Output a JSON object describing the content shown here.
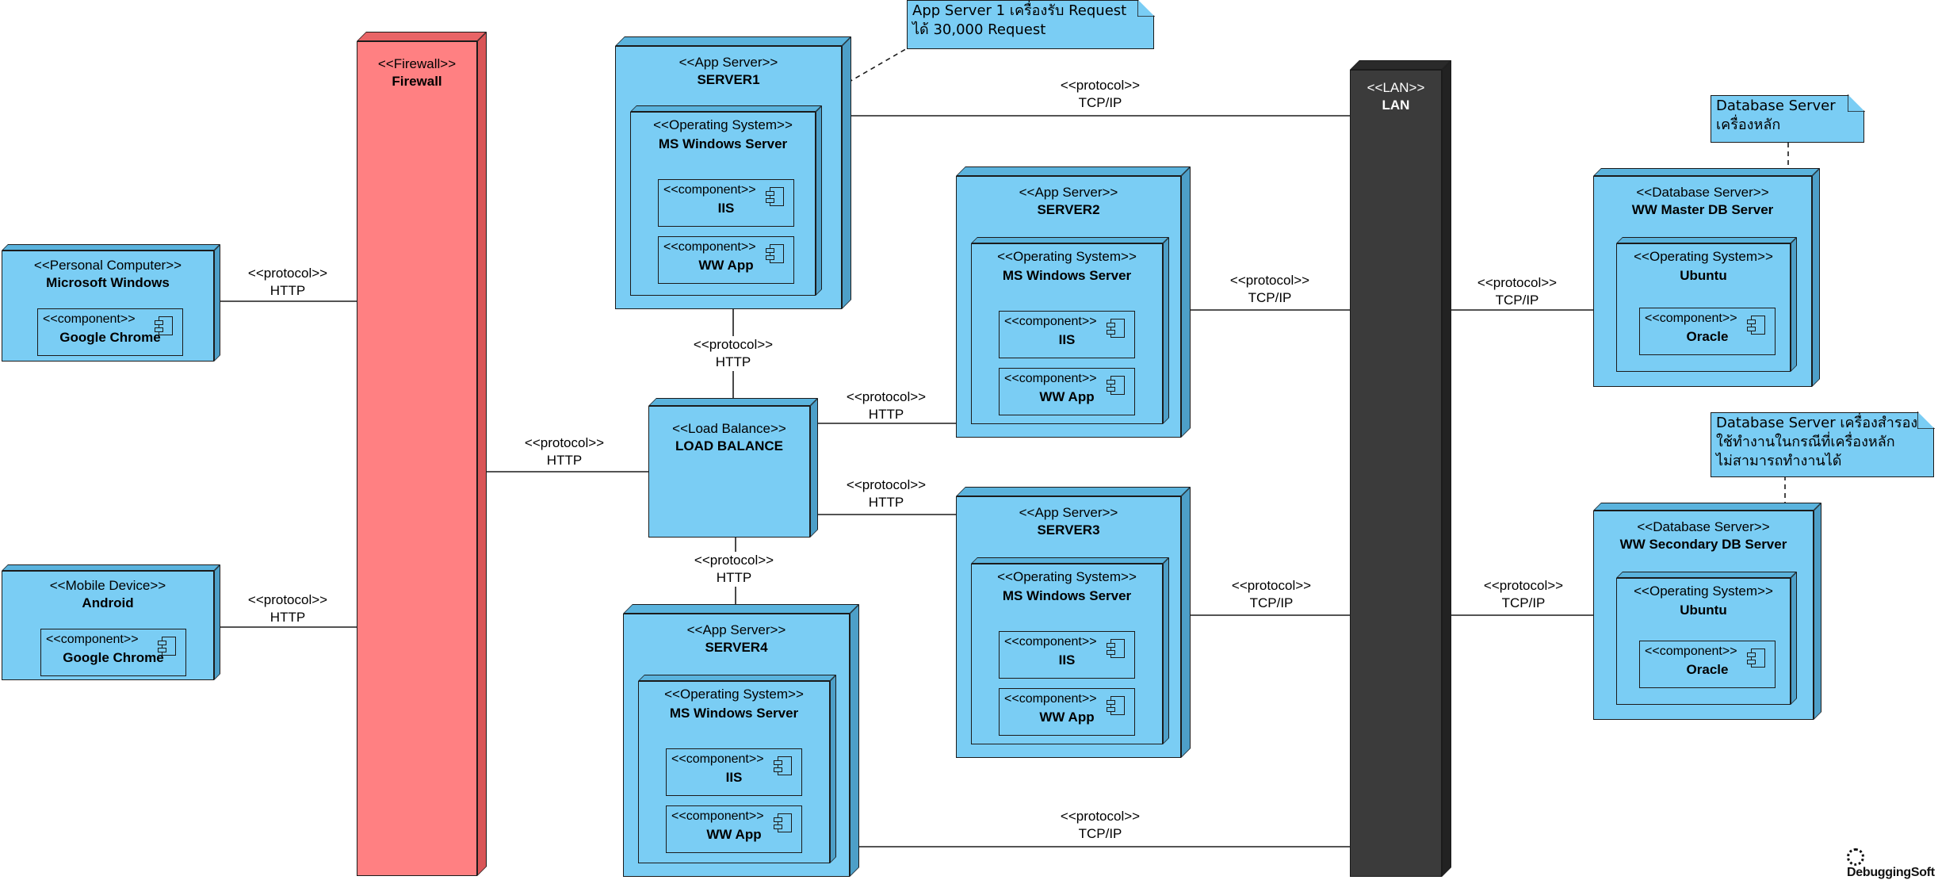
{
  "nodes": {
    "firewall": {
      "stereotype": "<<Firewall>>",
      "name": "Firewall"
    },
    "lan": {
      "stereotype": "<<LAN>>",
      "name": "LAN"
    },
    "pc": {
      "stereotype": "<<Personal Computer>>",
      "name": "Microsoft Windows",
      "components": [
        {
          "stereotype": "<<component>>",
          "name": "Google Chrome"
        }
      ]
    },
    "mobile": {
      "stereotype": "<<Mobile Device>>",
      "name": "Android",
      "components": [
        {
          "stereotype": "<<component>>",
          "name": "Google Chrome"
        }
      ]
    },
    "server1": {
      "stereotype": "<<App Server>>",
      "name": "SERVER1",
      "os": {
        "stereotype": "<<Operating System>>",
        "name": "MS Windows Server"
      },
      "components": [
        {
          "stereotype": "<<component>>",
          "name": "IIS"
        },
        {
          "stereotype": "<<component>>",
          "name": "WW App"
        }
      ]
    },
    "server2": {
      "stereotype": "<<App Server>>",
      "name": "SERVER2",
      "os": {
        "stereotype": "<<Operating System>>",
        "name": "MS Windows Server"
      },
      "components": [
        {
          "stereotype": "<<component>>",
          "name": "IIS"
        },
        {
          "stereotype": "<<component>>",
          "name": "WW App"
        }
      ]
    },
    "server3": {
      "stereotype": "<<App Server>>",
      "name": "SERVER3",
      "os": {
        "stereotype": "<<Operating System>>",
        "name": "MS Windows Server"
      },
      "components": [
        {
          "stereotype": "<<component>>",
          "name": "IIS"
        },
        {
          "stereotype": "<<component>>",
          "name": "WW App"
        }
      ]
    },
    "server4": {
      "stereotype": "<<App Server>>",
      "name": "SERVER4",
      "os": {
        "stereotype": "<<Operating System>>",
        "name": "MS Windows Server"
      },
      "components": [
        {
          "stereotype": "<<component>>",
          "name": "IIS"
        },
        {
          "stereotype": "<<component>>",
          "name": "WW App"
        }
      ]
    },
    "loadbalance": {
      "stereotype": "<<Load Balance>>",
      "name": "LOAD BALANCE"
    },
    "db_master": {
      "stereotype": "<<Database Server>>",
      "name": "WW Master DB Server",
      "os": {
        "stereotype": "<<Operating System>>",
        "name": "Ubuntu"
      },
      "components": [
        {
          "stereotype": "<<component>>",
          "name": "Oracle"
        }
      ]
    },
    "db_secondary": {
      "stereotype": "<<Database Server>>",
      "name": "WW Secondary DB Server",
      "os": {
        "stereotype": "<<Operating System>>",
        "name": "Ubuntu"
      },
      "components": [
        {
          "stereotype": "<<component>>",
          "name": "Oracle"
        }
      ]
    }
  },
  "notes": {
    "server1": [
      "App Server 1 เครื่องรับ Request",
      "ได้ 30,000 Request"
    ],
    "db_master": [
      "Database Server",
      "เครื่องหลัก"
    ],
    "db_secondary": [
      "Database Server เครื่องสำรอง",
      "ใช้ทำงานในกรณีที่เครื่องหลัก",
      "ไม่สามารถทำงานได้"
    ]
  },
  "edges": {
    "pc_fw": {
      "stereotype": "<<protocol>>",
      "protocol": "HTTP"
    },
    "mobile_fw": {
      "stereotype": "<<protocol>>",
      "protocol": "HTTP"
    },
    "fw_lb": {
      "stereotype": "<<protocol>>",
      "protocol": "HTTP"
    },
    "s1_lb": {
      "stereotype": "<<protocol>>",
      "protocol": "HTTP"
    },
    "lb_s2": {
      "stereotype": "<<protocol>>",
      "protocol": "HTTP"
    },
    "lb_s3": {
      "stereotype": "<<protocol>>",
      "protocol": "HTTP"
    },
    "lb_s4": {
      "stereotype": "<<protocol>>",
      "protocol": "HTTP"
    },
    "s1_lan": {
      "stereotype": "<<protocol>>",
      "protocol": "TCP/IP"
    },
    "s2_lan": {
      "stereotype": "<<protocol>>",
      "protocol": "TCP/IP"
    },
    "s3_lan": {
      "stereotype": "<<protocol>>",
      "protocol": "TCP/IP"
    },
    "s4_lan": {
      "stereotype": "<<protocol>>",
      "protocol": "TCP/IP"
    },
    "lan_dbm": {
      "stereotype": "<<protocol>>",
      "protocol": "TCP/IP"
    },
    "lan_dbs": {
      "stereotype": "<<protocol>>",
      "protocol": "TCP/IP"
    }
  },
  "logo_text": "DebuggingSoft"
}
